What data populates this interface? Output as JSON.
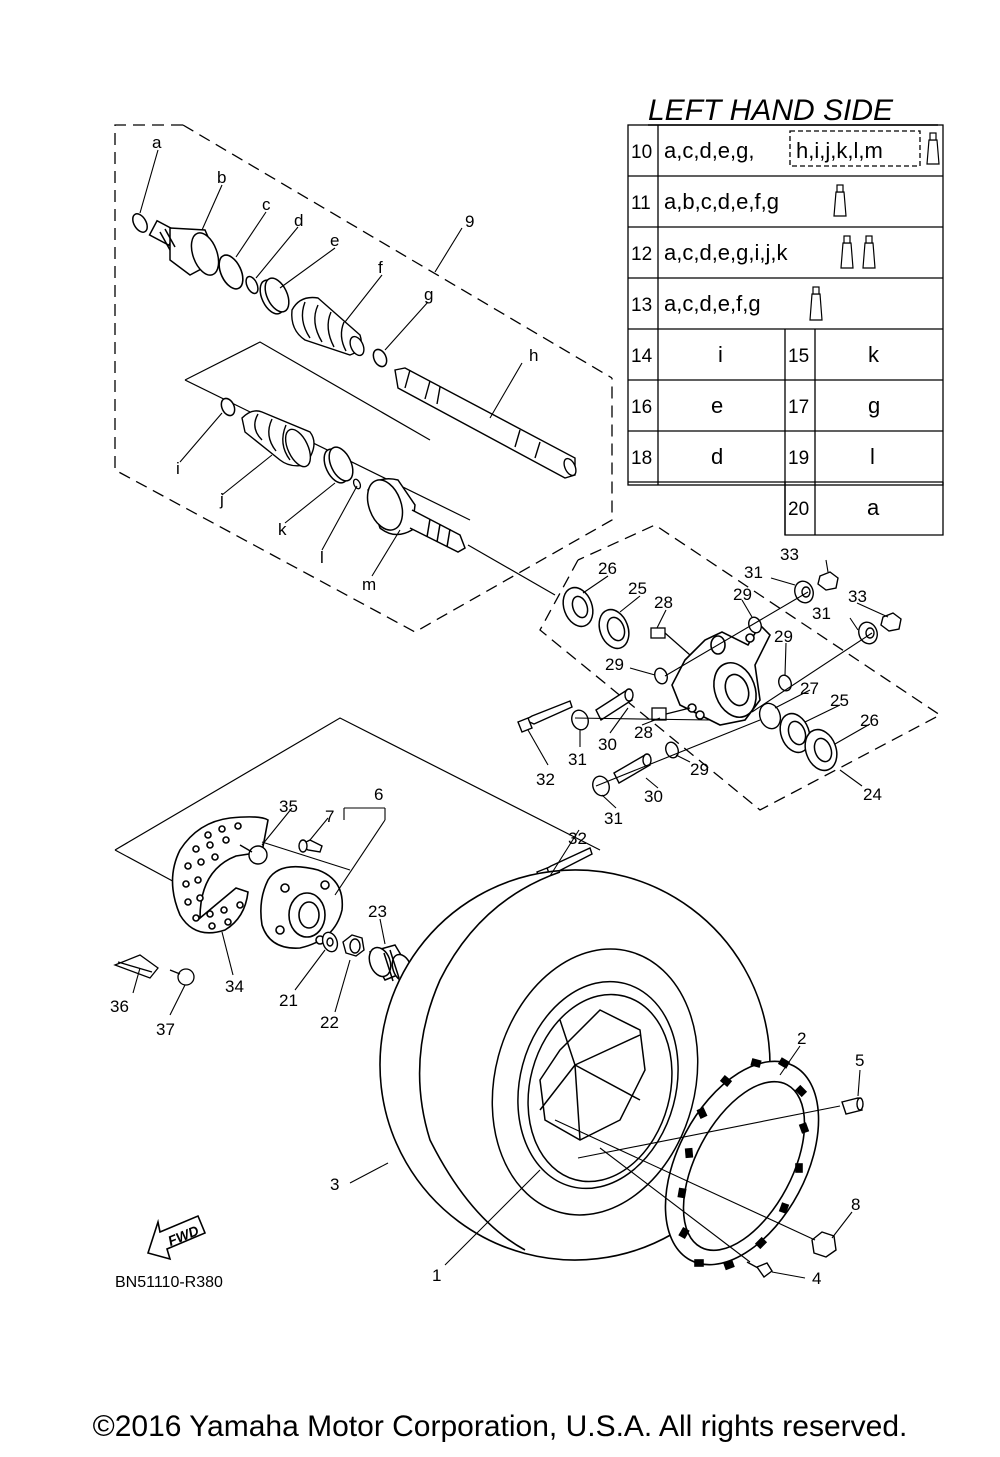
{
  "diagram_code": "BN51110-R380",
  "copyright": "©2016 Yamaha Motor Corporation, U.S.A. All rights reserved.",
  "fwd_label": "FWD",
  "table": {
    "title": "LEFT HAND SIDE",
    "wide_rows": [
      {
        "num": "10",
        "parts": "a,c,d,e,g,",
        "boxed": "h,i,j,k,l,m"
      },
      {
        "num": "11",
        "parts": "a,b,c,d,e,f,g"
      },
      {
        "num": "12",
        "parts": "a,c,d,e,g,i,j,k"
      },
      {
        "num": "13",
        "parts": "a,c,d,e,f,g"
      }
    ],
    "pair_rows": [
      {
        "left_num": "14",
        "left_val": "i",
        "right_num": "15",
        "right_val": "k"
      },
      {
        "left_num": "16",
        "left_val": "e",
        "right_num": "17",
        "right_val": "g"
      },
      {
        "left_num": "18",
        "left_val": "d",
        "right_num": "19",
        "right_val": "l"
      }
    ],
    "last_row": {
      "num": "20",
      "val": "a"
    }
  },
  "callouts": {
    "a": "a",
    "b": "b",
    "c": "c",
    "d": "d",
    "e": "e",
    "f": "f",
    "g": "g",
    "h": "h",
    "i": "i",
    "j": "j",
    "k": "k",
    "l": "l",
    "m": "m",
    "n1": "1",
    "n2": "2",
    "n3": "3",
    "n4": "4",
    "n5": "5",
    "n6": "6",
    "n7": "7",
    "n8": "8",
    "n9": "9",
    "n21": "21",
    "n22": "22",
    "n23": "23",
    "n24": "24",
    "n25a": "25",
    "n25b": "25",
    "n26a": "26",
    "n26b": "26",
    "n27": "27",
    "n28a": "28",
    "n28b": "28",
    "n29a": "29",
    "n29b": "29",
    "n29c": "29",
    "n29d": "29",
    "n30a": "30",
    "n30b": "30",
    "n31a": "31",
    "n31b": "31",
    "n31c": "31",
    "n31d": "31",
    "n32a": "32",
    "n32b": "32",
    "n33a": "33",
    "n33b": "33",
    "n34": "34",
    "n35": "35",
    "n36": "36",
    "n37": "37"
  }
}
